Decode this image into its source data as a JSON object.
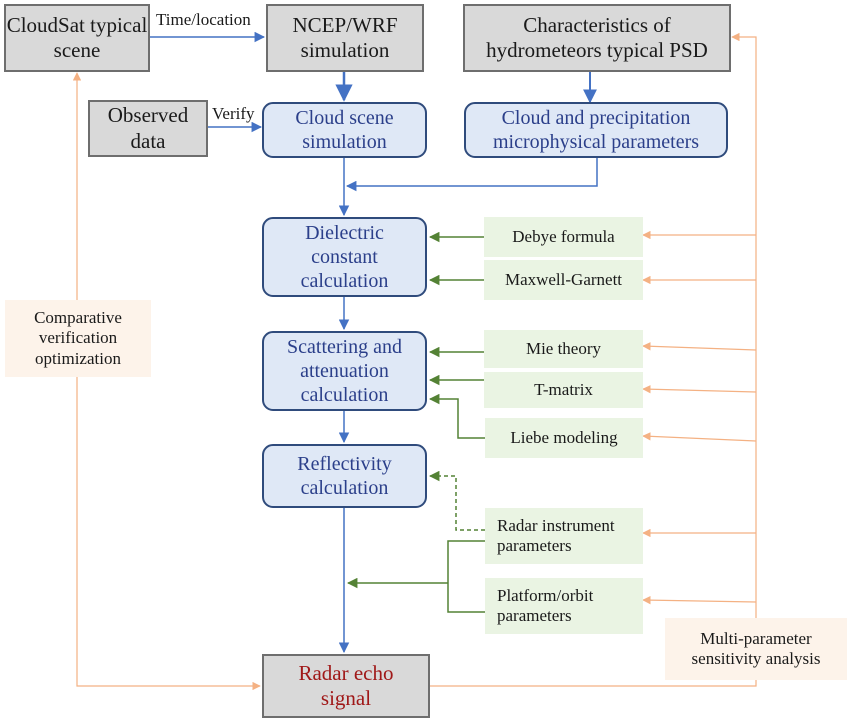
{
  "diagram": {
    "nodes": {
      "cloudsat_scene": "CloudSat typical scene",
      "ncep_wrf": "NCEP/WRF simulation",
      "hydrometeor_psd": "Characteristics of hydrometeors typical PSD",
      "observed_data": "Observed data",
      "cloud_scene_sim": "Cloud scene simulation",
      "microphysical_params": "Cloud and precipitation microphysical parameters",
      "dielectric_calc": "Dielectric constant calculation",
      "debye": "Debye formula",
      "maxwell_garnett": "Maxwell-Garnett",
      "scattering_calc": "Scattering and attenuation calculation",
      "mie": "Mie theory",
      "tmatrix": "T-matrix",
      "liebe": "Liebe modeling",
      "reflectivity_calc": "Reflectivity calculation",
      "radar_instrument": "Radar instrument parameters",
      "platform_orbit": "Platform/orbit parameters",
      "radar_echo": "Radar echo signal",
      "comparative_verification": "Comparative verification optimization",
      "sensitivity_analysis": "Multi-parameter sensitivity analysis"
    },
    "edge_labels": {
      "time_location": "Time/location",
      "verify": "Verify"
    },
    "colors": {
      "main_flow": "#4472c4",
      "model_input": "#548235",
      "feedback": "#f4b183",
      "echo_text": "#a01818"
    }
  }
}
